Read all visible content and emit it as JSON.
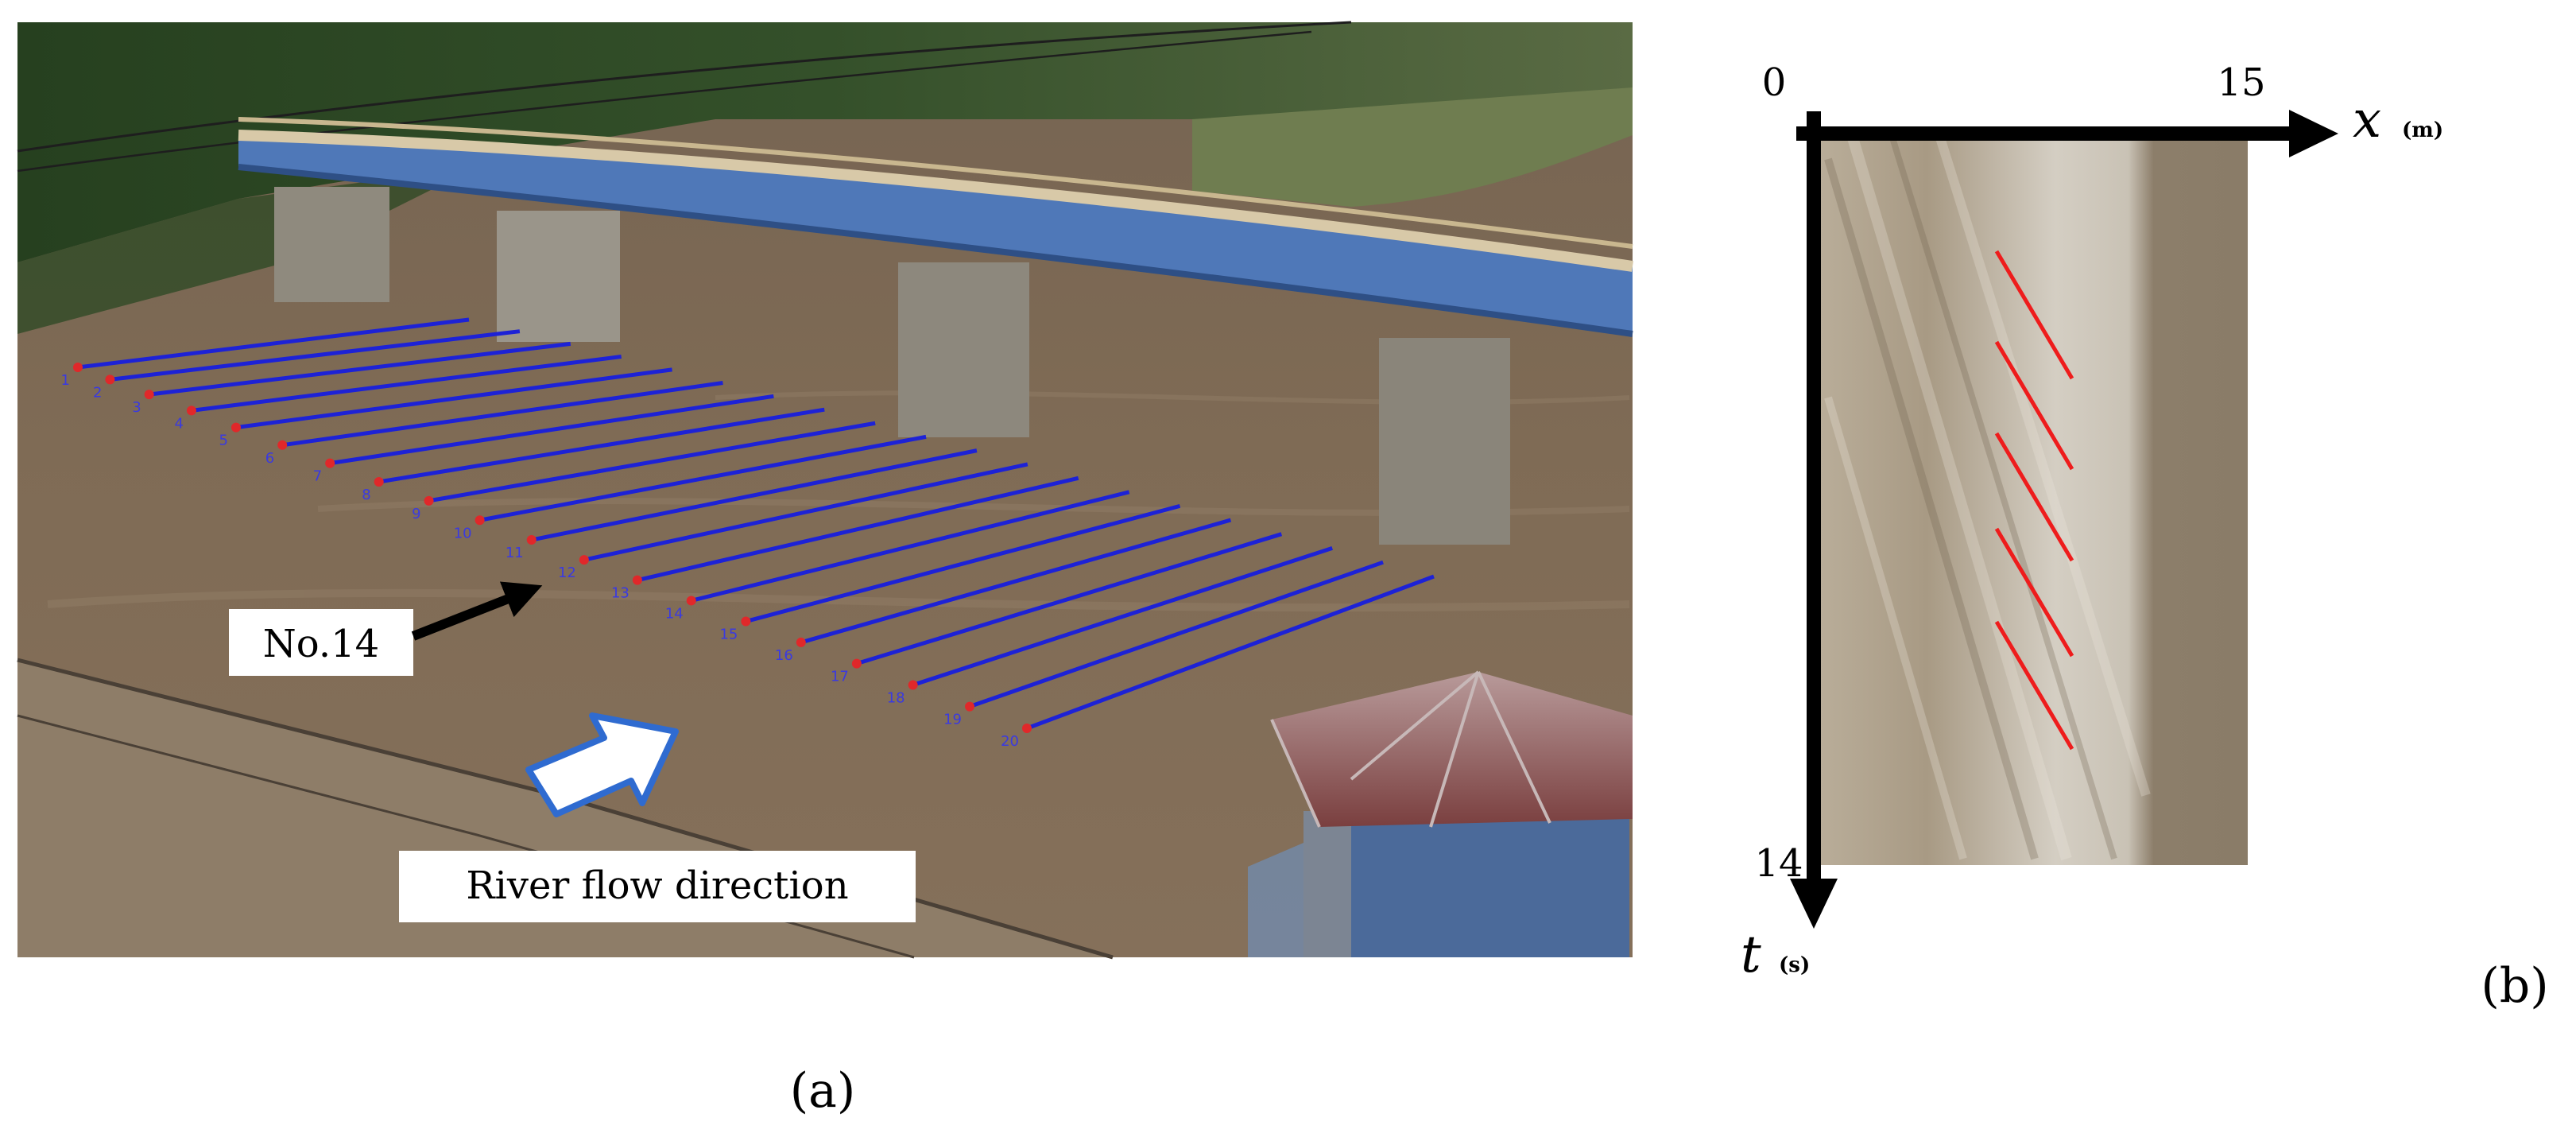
{
  "panel_a": {
    "caption": "(a)",
    "callout_label": "No.14",
    "flow_label": "River flow direction",
    "transect_labels": [
      "1",
      "2",
      "3",
      "4",
      "5",
      "6",
      "7",
      "8",
      "9",
      "10",
      "11",
      "12",
      "13",
      "14",
      "15",
      "16",
      "17",
      "18",
      "19",
      "20"
    ],
    "colors": {
      "transect": "#1d22d6",
      "marker": "#e0282a",
      "label": "#3a3ae0",
      "water": "#7d6a55"
    }
  },
  "panel_b": {
    "caption": "(b)",
    "x_min_label": "0",
    "x_max_label": "15",
    "x_axis_symbol": "x",
    "x_axis_unit": "(m)",
    "t_max_label": "14",
    "t_axis_symbol": "t",
    "t_axis_unit": "(s)",
    "colors": {
      "streak": "#ee1c1c",
      "axis": "#000000"
    }
  }
}
